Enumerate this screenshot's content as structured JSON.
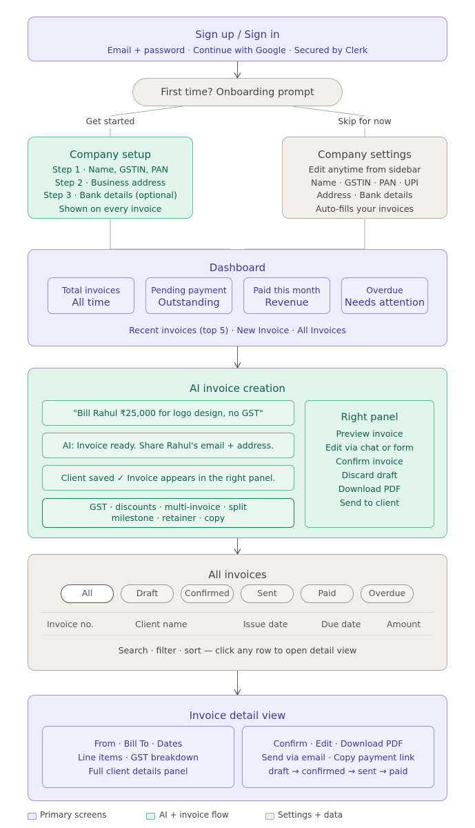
{
  "signup": {
    "title": "Sign up / Sign in",
    "subtitle": "Email + password · Continue with Google · Secured by Clerk"
  },
  "onboarding": {
    "label": "First time? Onboarding prompt"
  },
  "branches": {
    "left": "Get started",
    "right": "Skip for now"
  },
  "company_setup": {
    "title": "Company setup",
    "lines": [
      "Step 1 · Name, GSTIN, PAN",
      "Step 2 · Business address",
      "Step 3 · Bank details (optional)",
      "Shown on every invoice"
    ]
  },
  "company_settings": {
    "title": "Company settings",
    "lines": [
      "Edit anytime from sidebar",
      "Name · GSTIN · PAN · UPI",
      "Address · Bank details",
      "Auto-fills your invoices"
    ]
  },
  "dashboard": {
    "title": "Dashboard",
    "stats": [
      {
        "label": "Total invoices",
        "value": "All time"
      },
      {
        "label": "Pending payment",
        "value": "Outstanding"
      },
      {
        "label": "Paid this month",
        "value": "Revenue"
      },
      {
        "label": "Overdue",
        "value": "Needs attention"
      }
    ],
    "footer": "Recent invoices (top 5) · New Invoice · All Invoices"
  },
  "ai_creation": {
    "title": "AI invoice creation",
    "messages": [
      "\"Bill Rahul ₹25,000 for logo design, no GST\"",
      "AI: Invoice ready. Share Rahul's email + address.",
      "Client saved ✓ Invoice appears in the right panel."
    ],
    "features_line1": "GST · discounts · multi-invoice · split",
    "features_line2": "milestone · retainer · copy",
    "right_panel": {
      "title": "Right panel",
      "items": [
        "Preview invoice",
        "Edit via chat or form",
        "Confirm invoice",
        "Discard draft",
        "Download PDF",
        "Send to client"
      ]
    }
  },
  "all_invoices": {
    "title": "All invoices",
    "filters": [
      "All",
      "Draft",
      "Confirmed",
      "Sent",
      "Paid",
      "Overdue"
    ],
    "columns": [
      "Invoice no.",
      "Client name",
      "Issue date",
      "Due date",
      "Amount"
    ],
    "footer": "Search · filter · sort — click any row to open detail view"
  },
  "invoice_detail": {
    "title": "Invoice detail view",
    "left": [
      "From · Bill To · Dates",
      "Line items · GST breakdown",
      "Full client details panel"
    ],
    "right": [
      "Confirm · Edit · Download PDF",
      "Send via email · Copy payment link",
      "draft → confirmed → sent → paid"
    ]
  },
  "legend": [
    "Primary screens",
    "AI + invoice flow",
    "Settings + data"
  ],
  "colors": {
    "primary_fill": "#eeedfc",
    "primary_stroke": "#9a93db",
    "primary_text": "#3f34a0",
    "ai_fill": "#e1f4ec",
    "ai_stroke": "#66b996",
    "ai_text": "#0c6146",
    "settings_fill": "#f2efe8",
    "settings_stroke": "#b2aea3",
    "settings_text": "#45443d"
  }
}
